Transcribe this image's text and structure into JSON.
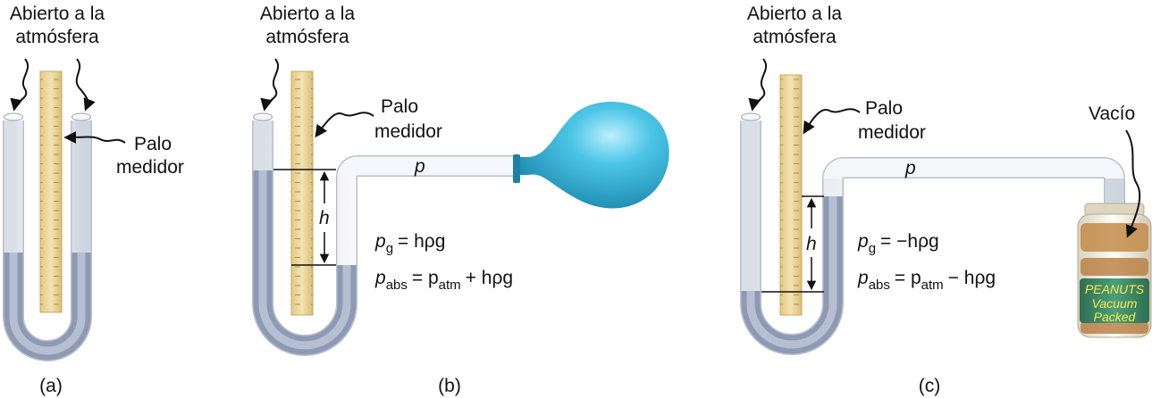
{
  "panels": [
    {
      "id": "a",
      "caption": "(a)",
      "open_label_1": "Abierto a la",
      "open_label_2": "atmósfera",
      "stick_label_1": "Palo",
      "stick_label_2": "medidor"
    },
    {
      "id": "b",
      "caption": "(b)",
      "open_label_1": "Abierto a la",
      "open_label_2": "atmósfera",
      "stick_label_1": "Palo",
      "stick_label_2": "medidor",
      "p_label": "p",
      "h_label": "h",
      "eq1": {
        "p": "p",
        "sub": "g",
        "rhs": "= hρg"
      },
      "eq2": {
        "p": "p",
        "sub": "abs",
        "mid": "= p",
        "sub2": "atm",
        "rhs": "+ hρg"
      }
    },
    {
      "id": "c",
      "caption": "(c)",
      "open_label_1": "Abierto a la",
      "open_label_2": "atmósfera",
      "stick_label_1": "Palo",
      "stick_label_2": "medidor",
      "vacuum_label": "Vacío",
      "p_label": "p",
      "h_label": "h",
      "eq1": {
        "p": "p",
        "sub": "g",
        "rhs": "= −hρg"
      },
      "eq2": {
        "p": "p",
        "sub": "abs",
        "mid": "= p",
        "sub2": "atm",
        "rhs": "− hρg"
      },
      "jar_text_1": "PEANUTS",
      "jar_text_2": "Vacuum",
      "jar_text_3": "Packed"
    }
  ],
  "colors": {
    "tube_glass": "#eef1f6",
    "tube_edge": "#b7bfcc",
    "liquid": "#a9b3c9",
    "stick": "#ecd79b",
    "stick_edge": "#c9a75e",
    "balloon": "#2fb3d6",
    "jar_label": "#3d8a6a"
  }
}
